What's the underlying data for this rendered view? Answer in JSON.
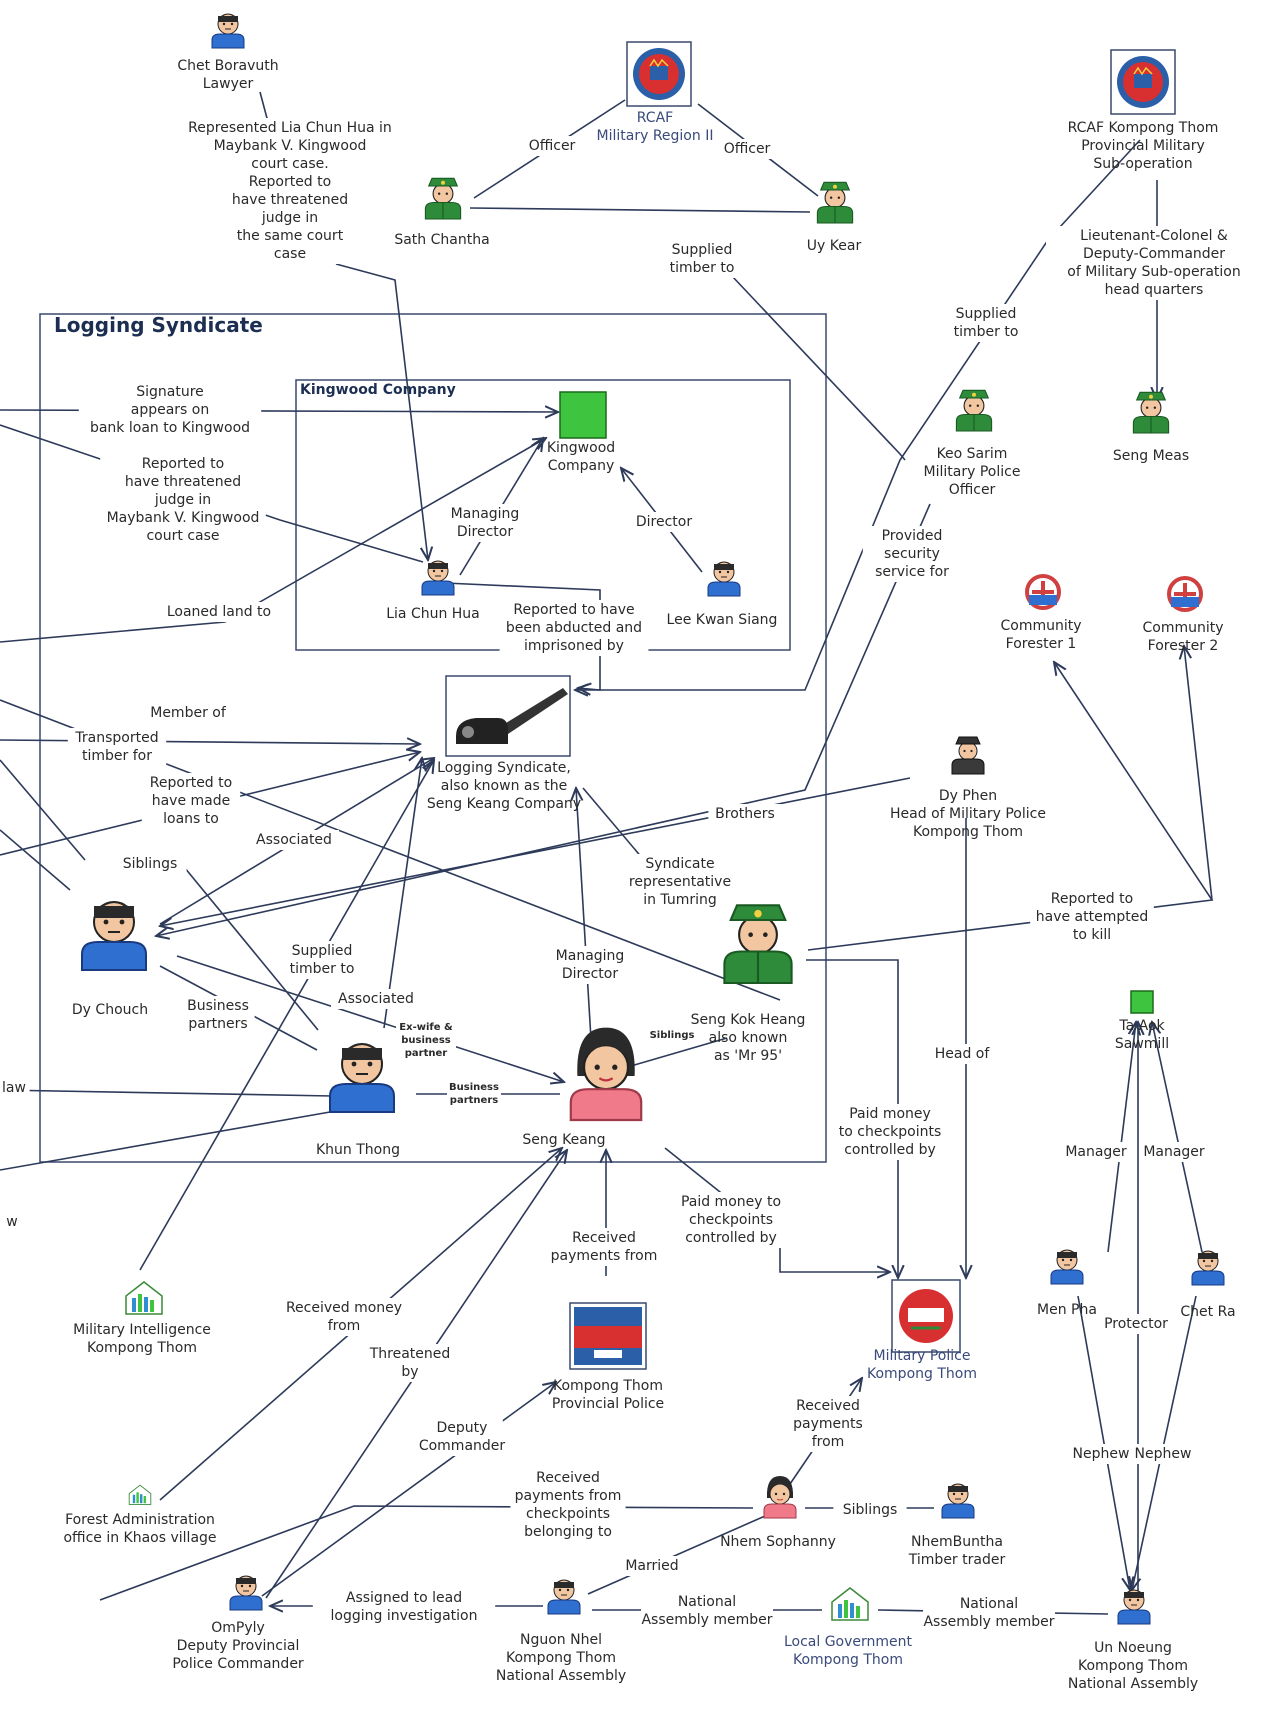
{
  "groups": {
    "logging_syndicate": "Logging Syndicate",
    "kingwood_company": "Kingwood Company"
  },
  "nodes": {
    "chet_boravuth": [
      "Chet Boravuth",
      "Lawyer"
    ],
    "rcaf_region": [
      "RCAF",
      "Military Region II"
    ],
    "rcaf_kompong_thom": [
      "RCAF Kompong Thom",
      "Provincial Military",
      "Sub-operation"
    ],
    "sath_chantha": [
      "Sath Chantha"
    ],
    "uy_kear": [
      "Uy Kear"
    ],
    "seng_meas": [
      "Seng Meas"
    ],
    "keo_sarim": [
      "Keo Sarim",
      "Military Police",
      "Officer"
    ],
    "kingwood": [
      "Kingwood",
      "Company"
    ],
    "lia_chun_hua": [
      "Lia Chun Hua"
    ],
    "lee_kwan_siang": [
      "Lee Kwan Siang"
    ],
    "community_forester_1": [
      "Community",
      "Forester 1"
    ],
    "community_forester_2": [
      "Community",
      "Forester 2"
    ],
    "logging_syndicate": [
      "Logging Syndicate,",
      "also known as the",
      "Seng Keang Company"
    ],
    "dy_phen": [
      "Dy Phen",
      "Head of Military Police",
      "Kompong Thom"
    ],
    "dy_chouch": [
      "Dy Chouch"
    ],
    "seng_kok_heang": [
      "Seng Kok Heang",
      "also known",
      "as 'Mr 95'"
    ],
    "ta_aok_sawmill": [
      "Ta Aok",
      "Sawmill"
    ],
    "khun_thong": [
      "Khun Thong"
    ],
    "seng_keang": [
      "Seng Keang"
    ],
    "military_intelligence": [
      "Military Intelligence",
      "Kompong Thom"
    ],
    "provincial_police": [
      "Kompong Thom",
      "Provincial Police"
    ],
    "military_police": [
      "Military Police",
      "Kompong Thom"
    ],
    "men_pha": [
      "Men Pha"
    ],
    "chet_ra": [
      "Chet Ra"
    ],
    "forest_administration": [
      "Forest Administration",
      "office in Khaos village"
    ],
    "nhem_sophanny": [
      "Nhem Sophanny"
    ],
    "nhem_buntha": [
      "NhemBuntha",
      "Timber trader"
    ],
    "om_pyly": [
      "OmPyly",
      "Deputy Provincial",
      "Police Commander"
    ],
    "nguon_nhel": [
      "Nguon Nhel",
      "Kompong Thom",
      "National Assembly"
    ],
    "local_government": [
      "Local Government",
      "Kompong Thom"
    ],
    "un_noeung": [
      "Un Noeung",
      "Kompong Thom",
      "National Assembly"
    ]
  },
  "edge_labels": {
    "represented": [
      "Represented Lia Chun Hua in",
      "Maybank V. Kingwood",
      "court case.",
      "Reported to",
      "have threatened",
      "judge in",
      "the same court",
      "case"
    ],
    "officer_1": [
      "Officer"
    ],
    "officer_2": [
      "Officer"
    ],
    "supplied_timber_1": [
      "Supplied",
      "timber to"
    ],
    "supplied_timber_2": [
      "Supplied",
      "timber to"
    ],
    "lieutenant_colonel": [
      "Lieutenant-Colonel &",
      "Deputy-Commander",
      "of Military Sub-operation",
      "head quarters"
    ],
    "signature": [
      "Signature",
      "appears on",
      "bank loan to Kingwood"
    ],
    "reported_threatened": [
      "Reported to",
      "have threatened",
      "judge in",
      "Maybank V. Kingwood",
      "court case"
    ],
    "managing_director_1": [
      "Managing",
      "Director"
    ],
    "director": [
      "Director"
    ],
    "abducted": [
      "Reported to have",
      "been abducted and",
      "imprisoned by"
    ],
    "provided_security": [
      "Provided",
      "security",
      "service for"
    ],
    "loaned_land": [
      "Loaned land to"
    ],
    "member_of": [
      "Member of"
    ],
    "transported_timber": [
      "Transported",
      "timber for"
    ],
    "made_loans": [
      "Reported to",
      "have made",
      "loans to"
    ],
    "associated_1": [
      "Associated"
    ],
    "siblings_1": [
      "Siblings"
    ],
    "brothers": [
      "Brothers"
    ],
    "syndicate_rep": [
      "Syndicate",
      "representative",
      "in Tumring"
    ],
    "attempted_kill": [
      "Reported to",
      "have attempted",
      "to kill"
    ],
    "supplied_timber_3": [
      "Supplied",
      "timber to"
    ],
    "associated_2": [
      "Associated"
    ],
    "managing_director_2": [
      "Managing",
      "Director"
    ],
    "business_partners_1": [
      "Business",
      "partners"
    ],
    "ex_wife": [
      "Ex-wife &",
      "business",
      "partner"
    ],
    "siblings_2": [
      "Siblings"
    ],
    "business_partners_2": [
      "Business",
      "partners"
    ],
    "law": [
      "law"
    ],
    "w": [
      "w"
    ],
    "head_of": [
      "Head of"
    ],
    "paid_money_1": [
      "Paid money",
      "to checkpoints",
      "controlled by"
    ],
    "paid_money_2": [
      "Paid money to",
      "checkpoints",
      "controlled by"
    ],
    "manager_1": [
      "Manager"
    ],
    "manager_2": [
      "Manager"
    ],
    "received_payments_1": [
      "Received",
      "payments from"
    ],
    "received_money": [
      "Received money",
      "from"
    ],
    "threatened_by": [
      "Threatened",
      "by"
    ],
    "protector": [
      "Protector"
    ],
    "deputy_commander": [
      "Deputy",
      "Commander"
    ],
    "received_payments_2": [
      "Received",
      "payments",
      "from"
    ],
    "nephew_1": [
      "Nephew"
    ],
    "nephew_2": [
      "Nephew"
    ],
    "received_checkpoints": [
      "Received",
      "payments from",
      "checkpoints",
      "belonging to"
    ],
    "siblings_3": [
      "Siblings"
    ],
    "married": [
      "Married"
    ],
    "assigned": [
      "Assigned to lead",
      "logging investigation"
    ],
    "na_member_1": [
      "National",
      "Assembly member"
    ],
    "na_member_2": [
      "National",
      "Assembly member"
    ]
  },
  "colors": {
    "edge": "#2d3a5a",
    "group_border": "#3a4a6e",
    "skin": "#f2c6a0",
    "hair": "#2a2a2a",
    "shirt_blue": "#2f6fd0",
    "shirt_pink": "#f07a8a",
    "uniform_green": "#2e8b3a",
    "building_green": "#3ec43e",
    "seal_red": "#d83030",
    "forester_red": "#d04040"
  }
}
